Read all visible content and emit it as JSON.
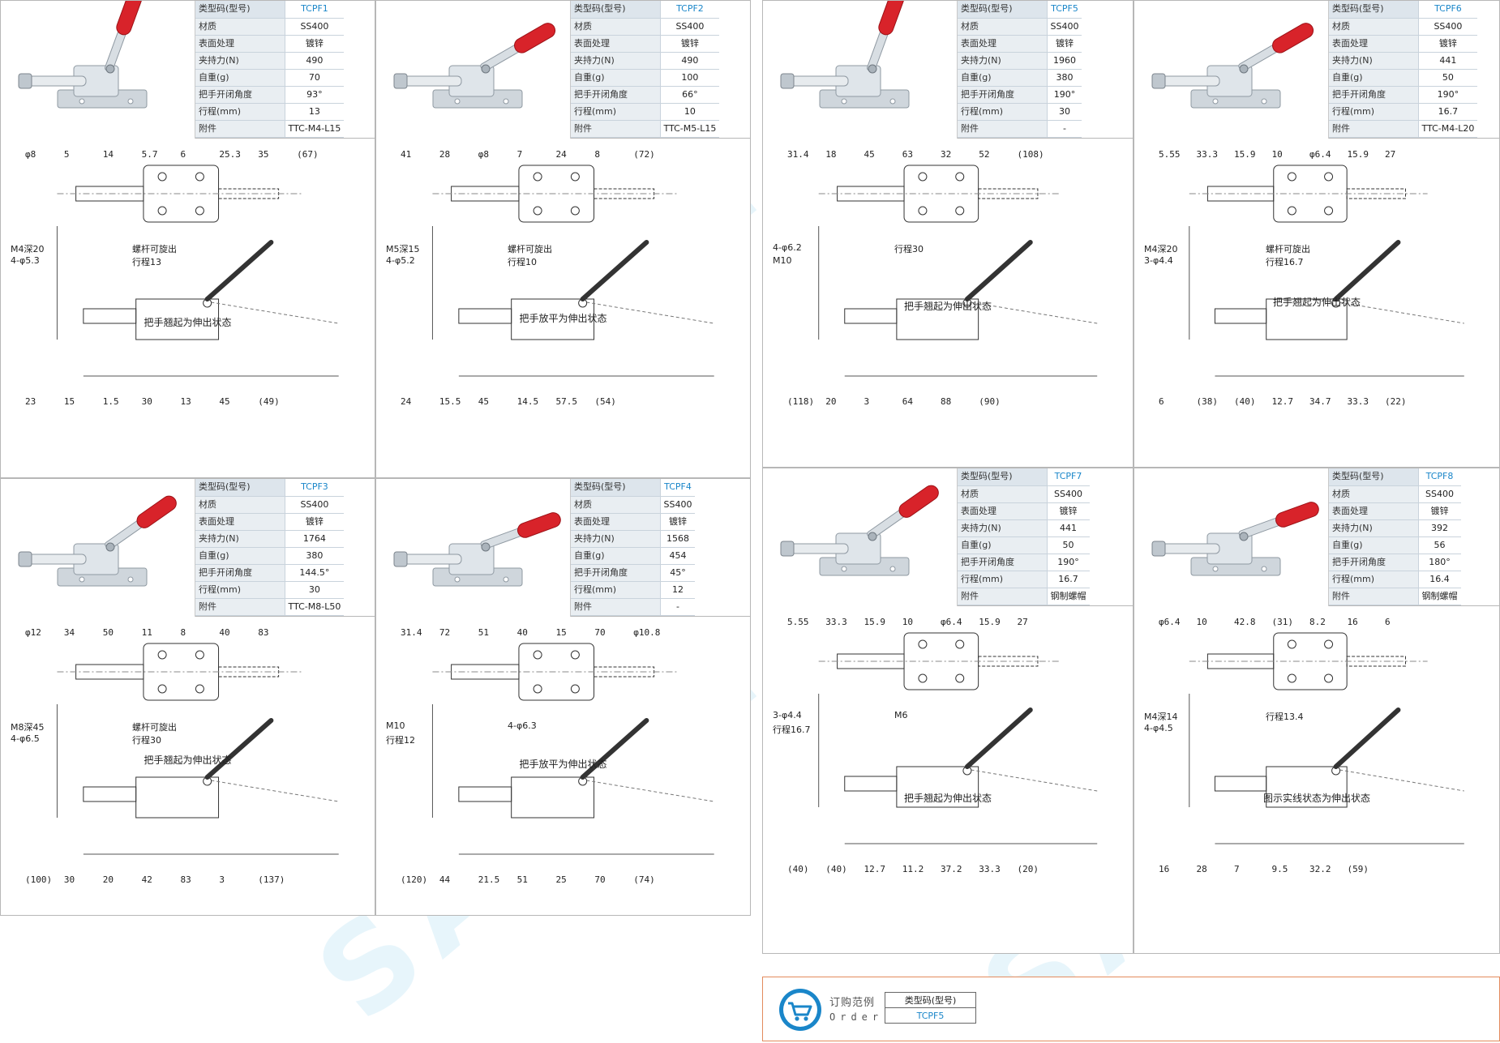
{
  "watermark": "SAMLL",
  "field_labels": [
    "类型码(型号)",
    "材质",
    "表面处理",
    "夹持力(N)",
    "自重(g)",
    "把手开闭角度",
    "行程(mm)",
    "附件"
  ],
  "products": [
    {
      "model": "TCPF1",
      "values": [
        "TCPF1",
        "SS400",
        "镀锌",
        "490",
        "70",
        "93°",
        "13",
        "TTC-M4-L15"
      ],
      "caption": "把手翘起为伸出状态",
      "notes": [
        "M4深20",
        "螺杆可旋出",
        "4-φ5.3",
        "行程13"
      ],
      "dims": [
        "φ8",
        "5",
        "14",
        "5.7",
        "6",
        "25.3",
        "35",
        "(67)",
        "23",
        "15",
        "1.5",
        "30",
        "13",
        "45",
        "(49)"
      ]
    },
    {
      "model": "TCPF2",
      "values": [
        "TCPF2",
        "SS400",
        "镀锌",
        "490",
        "100",
        "66°",
        "10",
        "TTC-M5-L15"
      ],
      "caption": "把手放平为伸出状态",
      "notes": [
        "M5深15",
        "螺杆可旋出",
        "4-φ5.2",
        "行程10"
      ],
      "dims": [
        "41",
        "28",
        "φ8",
        "7",
        "24",
        "8",
        "(72)",
        "24",
        "15.5",
        "45",
        "14.5",
        "57.5",
        "(54)"
      ]
    },
    {
      "model": "TCPF3",
      "values": [
        "TCPF3",
        "SS400",
        "镀锌",
        "1764",
        "380",
        "144.5°",
        "30",
        "TTC-M8-L50"
      ],
      "caption": "把手翘起为伸出状态",
      "notes": [
        "M8深45",
        "螺杆可旋出",
        "4-φ6.5",
        "行程30"
      ],
      "dims": [
        "φ12",
        "34",
        "50",
        "11",
        "8",
        "40",
        "83",
        "(100)",
        "30",
        "20",
        "42",
        "83",
        "3",
        "(137)"
      ]
    },
    {
      "model": "TCPF4",
      "values": [
        "TCPF4",
        "SS400",
        "镀锌",
        "1568",
        "454",
        "45°",
        "12",
        "-"
      ],
      "caption": "把手放平为伸出状态",
      "notes": [
        "M10",
        "4-φ6.3",
        "行程12"
      ],
      "dims": [
        "31.4",
        "72",
        "51",
        "40",
        "15",
        "70",
        "φ10.8",
        "(120)",
        "44",
        "21.5",
        "51",
        "25",
        "70",
        "(74)"
      ]
    },
    {
      "model": "TCPF5",
      "values": [
        "TCPF5",
        "SS400",
        "镀锌",
        "1960",
        "380",
        "190°",
        "30",
        "-"
      ],
      "caption": "把手翘起为伸出状态",
      "notes": [
        "4-φ6.2",
        "行程30",
        "M10"
      ],
      "dims": [
        "31.4",
        "18",
        "45",
        "63",
        "32",
        "52",
        "(108)",
        "(118)",
        "20",
        "3",
        "64",
        "88",
        "(90)"
      ]
    },
    {
      "model": "TCPF6",
      "values": [
        "TCPF6",
        "SS400",
        "镀锌",
        "441",
        "50",
        "190°",
        "16.7",
        "TTC-M4-L20"
      ],
      "caption": "把手翘起为伸出状态",
      "notes": [
        "M4深20",
        "螺杆可旋出",
        "3-φ4.4",
        "行程16.7"
      ],
      "dims": [
        "5.55",
        "33.3",
        "15.9",
        "10",
        "φ6.4",
        "15.9",
        "27",
        "6",
        "(38)",
        "(40)",
        "12.7",
        "34.7",
        "33.3",
        "(22)"
      ]
    },
    {
      "model": "TCPF7",
      "values": [
        "TCPF7",
        "SS400",
        "镀锌",
        "441",
        "50",
        "190°",
        "16.7",
        "钢制螺帽"
      ],
      "caption": "把手翘起为伸出状态",
      "notes": [
        "3-φ4.4",
        "M6",
        "行程16.7"
      ],
      "dims": [
        "5.55",
        "33.3",
        "15.9",
        "10",
        "φ6.4",
        "15.9",
        "27",
        "(40)",
        "(40)",
        "12.7",
        "11.2",
        "37.2",
        "33.3",
        "(20)"
      ]
    },
    {
      "model": "TCPF8",
      "values": [
        "TCPF8",
        "SS400",
        "镀锌",
        "392",
        "56",
        "180°",
        "16.4",
        "钢制螺帽"
      ],
      "caption": "图示实线状态为伸出状态",
      "notes": [
        "M4深14",
        "行程13.4",
        "4-φ4.5"
      ],
      "dims": [
        "φ6.4",
        "10",
        "42.8",
        "(31)",
        "8.2",
        "16",
        "6",
        "16",
        "28",
        "7",
        "9.5",
        "32.2",
        "(59)"
      ]
    }
  ],
  "order_example": {
    "title_cn": "订购范例",
    "title_en": "Order",
    "label": "类型码(型号)",
    "value": "TCPF5"
  }
}
